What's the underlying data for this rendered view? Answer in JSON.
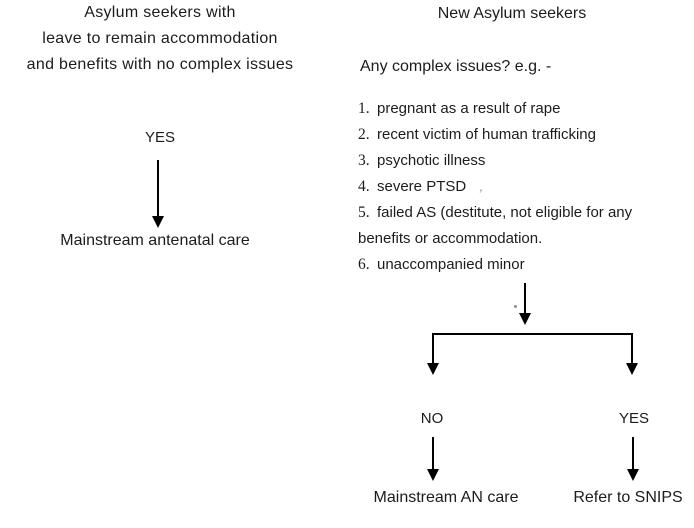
{
  "diagram": {
    "left_flow": {
      "title_lines": [
        "Asylum seekers with",
        "leave to remain accommodation",
        "and benefits with no complex issues"
      ],
      "decision_label": "YES",
      "outcome": "Mainstream antenatal care"
    },
    "right_flow": {
      "title": "New Asylum seekers",
      "question": "Any complex issues? e.g. -",
      "issues": [
        {
          "num": "1.",
          "text": "pregnant as a result of rape"
        },
        {
          "num": "2.",
          "text": "recent victim of human trafficking"
        },
        {
          "num": "3.",
          "text": "psychotic illness"
        },
        {
          "num": "4.",
          "text": "severe PTSD",
          "suffix": ","
        },
        {
          "num": "5.",
          "text": "failed AS (destitute, not eligible for any"
        },
        {
          "num": "",
          "text": "benefits or accommodation."
        },
        {
          "num": "6.",
          "text": "unaccompanied minor"
        }
      ],
      "no_branch": {
        "label": "NO",
        "outcome": "Mainstream AN care"
      },
      "yes_branch": {
        "label": "YES",
        "outcome": "Refer to SNIPS"
      }
    },
    "colors": {
      "text": "#1c1c1c",
      "line": "#000000",
      "background": "#ffffff",
      "faint_mark": "#a09090"
    }
  }
}
